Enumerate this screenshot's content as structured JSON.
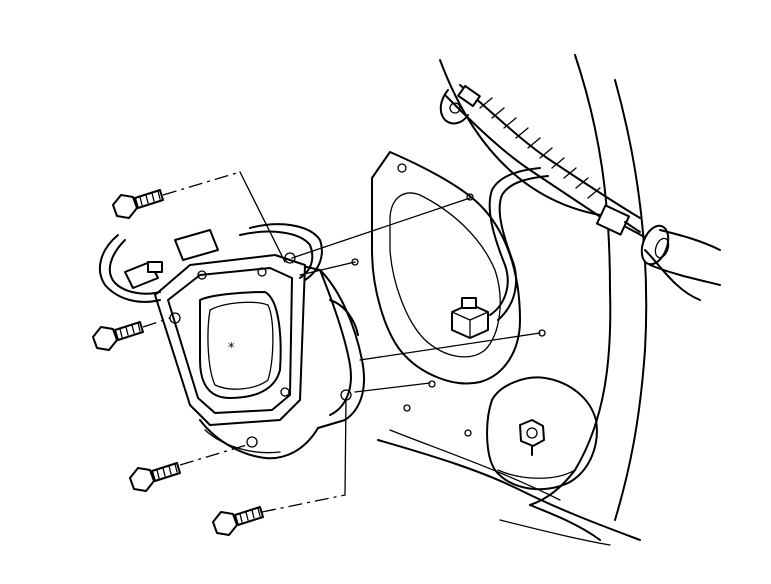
{
  "figure": {
    "subject": "door-speaker-installation",
    "center_mark": "*",
    "colors": {
      "line": "#000000",
      "background": "#ffffff"
    },
    "parts": [
      "door-panel-edge",
      "wiring-harness",
      "harness-connector",
      "door-inner-cutout",
      "speaker-bracket",
      "speaker",
      "speaker-connector",
      "mounting-bolt",
      "door-nut"
    ]
  }
}
